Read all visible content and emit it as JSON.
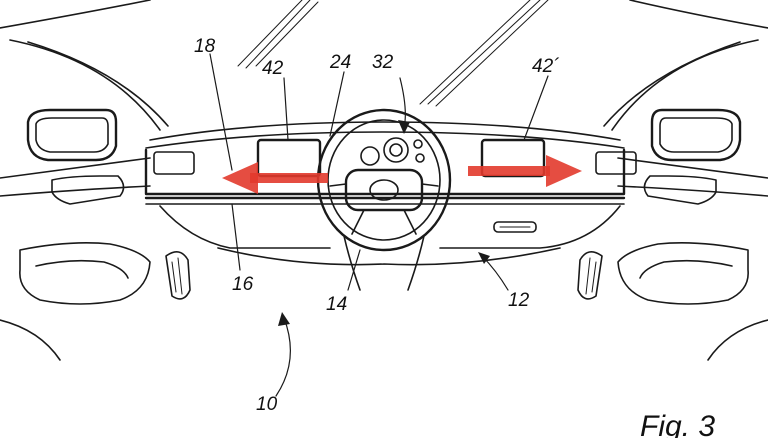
{
  "figure": {
    "caption": "Fig. 3",
    "ink_color": "#1a1a1a",
    "arrow_color": "#e23a2c",
    "reference_numerals": {
      "vehicle": "10",
      "dashboard": "12",
      "steering_wheel": "14",
      "lower_rail": "16",
      "upper_rail": "18",
      "display_housing": "24",
      "wheel_hub": "32",
      "left_display": "42",
      "right_display": "42´"
    },
    "arrows": [
      {
        "name": "left-slide-arrow",
        "direction": "left"
      },
      {
        "name": "right-slide-arrow",
        "direction": "right"
      }
    ]
  }
}
